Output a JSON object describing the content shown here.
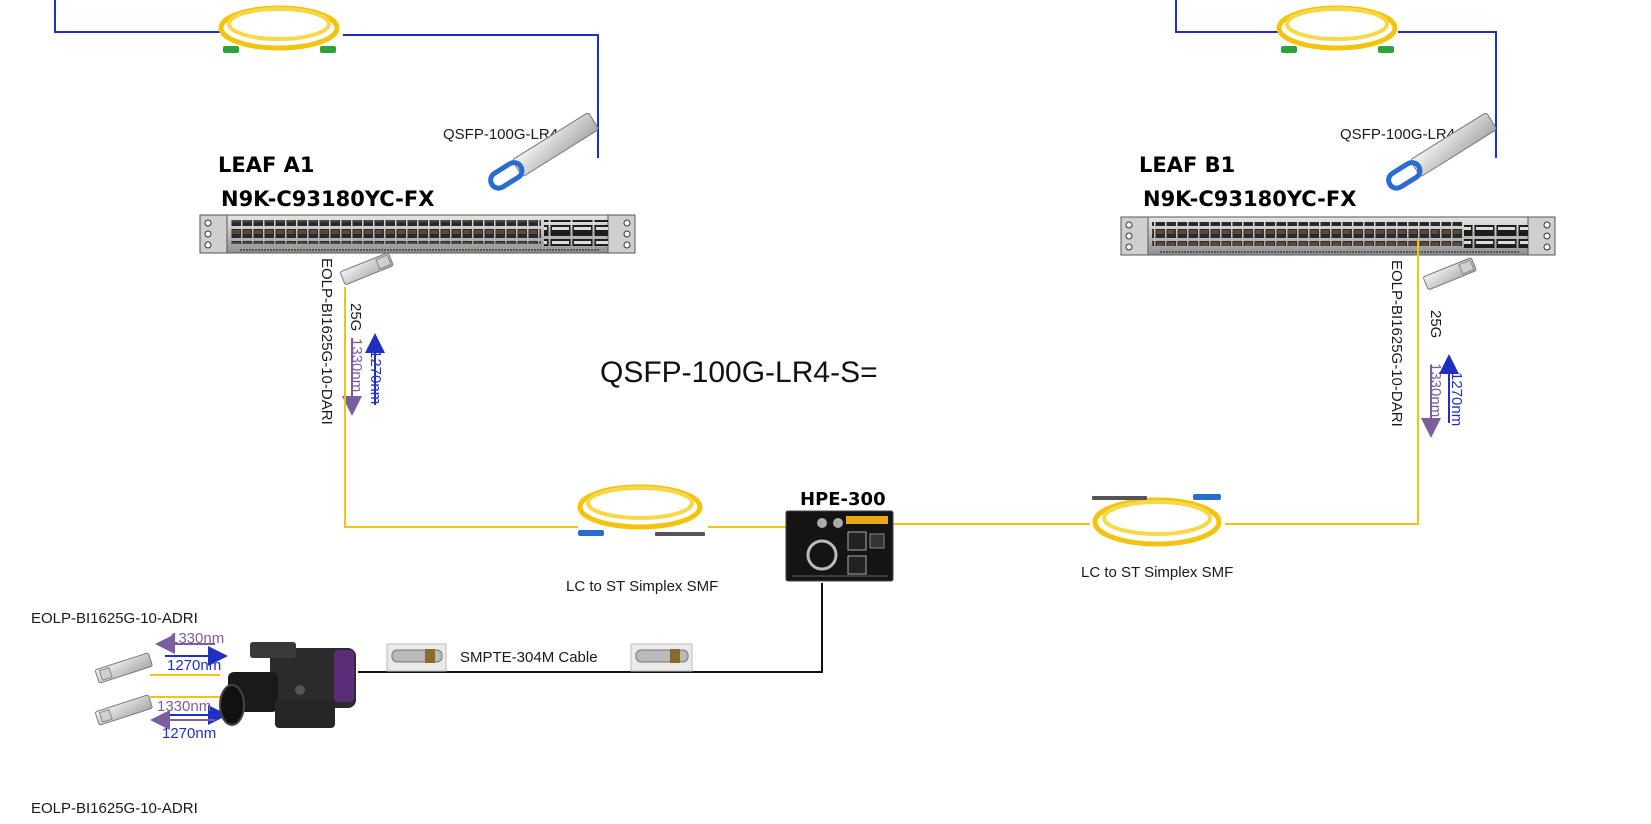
{
  "colors": {
    "uplink": "#1f2fc4",
    "fiber": "#f2c40f",
    "copper": "#111111",
    "tx_arrow": "#1f2fc4",
    "rx_arrow": "#7b5ea0"
  },
  "leaf_a": {
    "name": "LEAF A1",
    "model": "N9K-C93180YC-FX",
    "uplink_optic": "QSFP-100G-LR4-S=",
    "sfp": "EOLP-BI1625G-10-DARI",
    "speed": "25G",
    "tx_wavelength": "1270nm",
    "rx_wavelength": "1330nm"
  },
  "leaf_b": {
    "name": "LEAF B1",
    "model": "N9K-C93180YC-FX",
    "uplink_optic": "QSFP-100G-LR4-S=",
    "sfp": "EOLP-BI1625G-10-DARI",
    "speed": "25G",
    "tx_wavelength": "1270nm",
    "rx_wavelength": "1330nm"
  },
  "center_label": "QSFP-100G-LR4-S=",
  "hpe": {
    "name": "HPE-300"
  },
  "cables": {
    "left_fiber": "LC to ST Simplex SMF",
    "right_fiber": "LC to ST Simplex SMF",
    "smpte": "SMPTE-304M Cable"
  },
  "camera": {
    "sfp_top": "EOLP-BI1625G-10-ADRI",
    "sfp_bottom": "EOLP-BI1625G-10-ADRI",
    "top_rx": "1330nm",
    "top_tx": "1270nm",
    "bottom_rx": "1330nm",
    "bottom_tx": "1270nm"
  }
}
